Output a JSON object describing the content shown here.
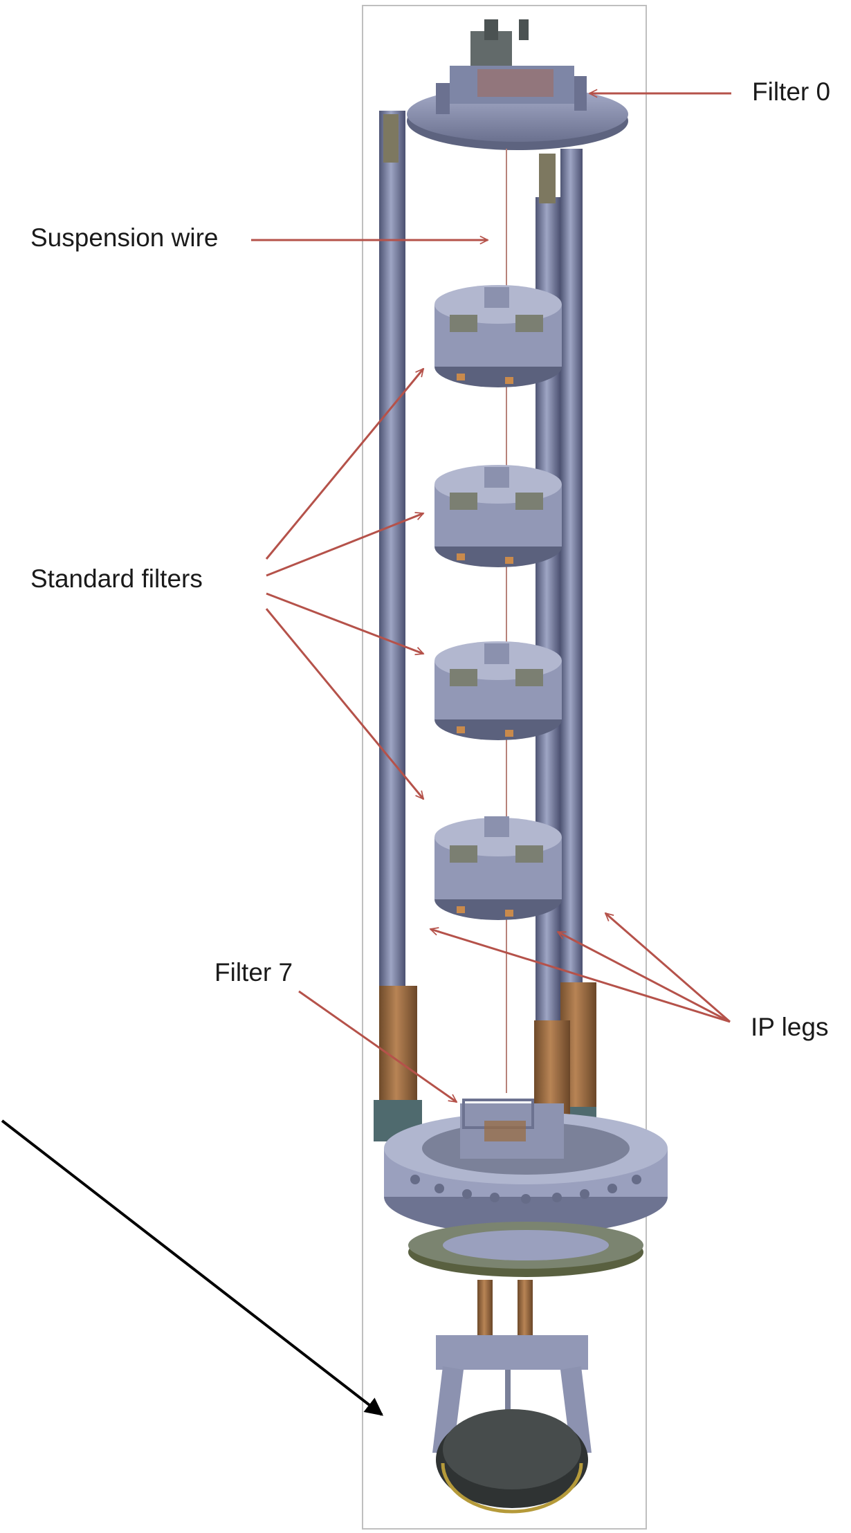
{
  "labels": {
    "filter_0": "Filter 0",
    "suspension_wire": "Suspension wire",
    "standard_filters": "Standard filters",
    "filter_7": "Filter 7",
    "ip_legs": "IP legs"
  },
  "colors": {
    "callout_arrow": "#b5524a",
    "black_arrow": "#000000",
    "metal": "#8d94b4",
    "metal_dark": "#5f6584",
    "copper": "#9a6b3f",
    "frame": "#bfbfbf"
  }
}
